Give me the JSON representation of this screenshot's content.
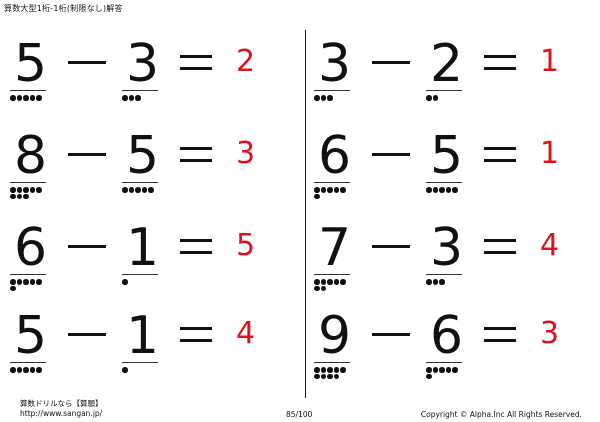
{
  "header": {
    "title": "算数大型1桁-1桁(制限なし)解答"
  },
  "problems": [
    {
      "a": "5",
      "b": "3",
      "minus": "−",
      "equals": "=",
      "answer": "2",
      "a_dots": 5,
      "b_dots": 3
    },
    {
      "a": "3",
      "b": "2",
      "minus": "−",
      "equals": "=",
      "answer": "1",
      "a_dots": 3,
      "b_dots": 2
    },
    {
      "a": "8",
      "b": "5",
      "minus": "−",
      "equals": "=",
      "answer": "3",
      "a_dots": 8,
      "b_dots": 5
    },
    {
      "a": "6",
      "b": "5",
      "minus": "−",
      "equals": "=",
      "answer": "1",
      "a_dots": 6,
      "b_dots": 5
    },
    {
      "a": "6",
      "b": "1",
      "minus": "−",
      "equals": "=",
      "answer": "5",
      "a_dots": 6,
      "b_dots": 1
    },
    {
      "a": "7",
      "b": "3",
      "minus": "−",
      "equals": "=",
      "answer": "4",
      "a_dots": 7,
      "b_dots": 3
    },
    {
      "a": "5",
      "b": "1",
      "minus": "−",
      "equals": "=",
      "answer": "4",
      "a_dots": 5,
      "b_dots": 1
    },
    {
      "a": "9",
      "b": "6",
      "minus": "−",
      "equals": "=",
      "answer": "3",
      "a_dots": 9,
      "b_dots": 6
    }
  ],
  "footer": {
    "site_name": "算数ドリルなら【算願】",
    "url": "http://www.sangan.jp/",
    "page": "85/100",
    "copyright": "Copyright © Alpha.Inc All Rights Reserved."
  },
  "colors": {
    "answer": "#e0101d",
    "text": "#111111"
  }
}
